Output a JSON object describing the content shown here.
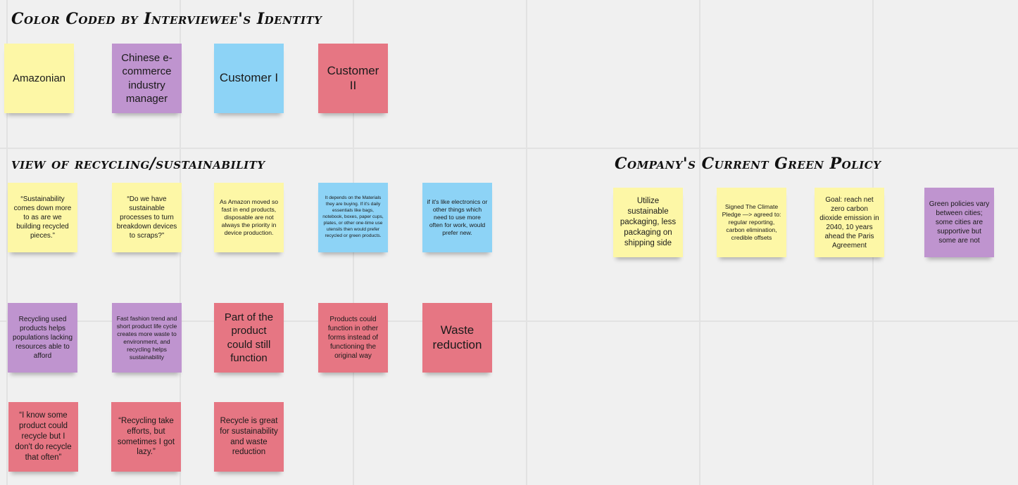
{
  "sections": {
    "identity_title": "Color Coded by Interviewee's Identity",
    "view_title": "view of recycling/sustainability",
    "policy_title": "Company's Current Green Policy"
  },
  "colors": {
    "yellow": "#fdf7a6",
    "purple": "#bf94cf",
    "blue": "#8dd3f6",
    "red": "#e67683",
    "canvas": "#f0f0f0"
  },
  "identity_notes": [
    {
      "text": "Amazonian",
      "color": "yellow"
    },
    {
      "text": "Chinese e-commerce industry manager",
      "color": "purple"
    },
    {
      "text": "Customer I",
      "color": "blue"
    },
    {
      "text": "Customer II",
      "color": "red"
    }
  ],
  "view_notes": [
    {
      "text": "“Sustainability comes down more to as are we building recycled pieces.”",
      "color": "yellow"
    },
    {
      "text": "“Do we have sustainable processes to turn breakdown devices to scraps?”",
      "color": "yellow"
    },
    {
      "text": "As Amazon moved so fast in end products, disposable are not always the priority in device production.",
      "color": "yellow"
    },
    {
      "text": "It depends on the Materials they are buying. If it's daily essentials like bags, notebook, boxes, paper cups, plates, or other one-time use utensils then would prefer recycled or green products.",
      "color": "blue"
    },
    {
      "text": "if it's like electronics or other things which need to use more often for work, would prefer new.",
      "color": "blue"
    },
    {
      "text": "Recycling used products helps populations lacking resources able to afford",
      "color": "purple"
    },
    {
      "text": "Fast fashion trend and short product life cycle creates more waste to environment, and recycling helps sustainability",
      "color": "purple"
    },
    {
      "text": "Part of the product could still function",
      "color": "red"
    },
    {
      "text": "Products could function in other forms instead of functioning the original way",
      "color": "red"
    },
    {
      "text": "Waste reduction",
      "color": "red"
    },
    {
      "text": "“I know some product could recycle but I don't do recycle that often”",
      "color": "red"
    },
    {
      "text": "“Recycling take efforts, but sometimes I got lazy.”",
      "color": "red"
    },
    {
      "text": "Recycle is great for sustainability and waste reduction",
      "color": "red"
    }
  ],
  "policy_notes": [
    {
      "text": "Utilize sustainable packaging, less packaging on shipping side",
      "color": "yellow"
    },
    {
      "text": "Signed The Climate Pledge —> agreed to: regular reporting, carbon elimination, credible offsets",
      "color": "yellow"
    },
    {
      "text": "Goal: reach net zero carbon dioxide emission in 2040, 10 years ahead the Paris Agreement",
      "color": "yellow"
    },
    {
      "text": "Green policies vary between cities; some cities are supportive but some are not",
      "color": "purple"
    }
  ]
}
